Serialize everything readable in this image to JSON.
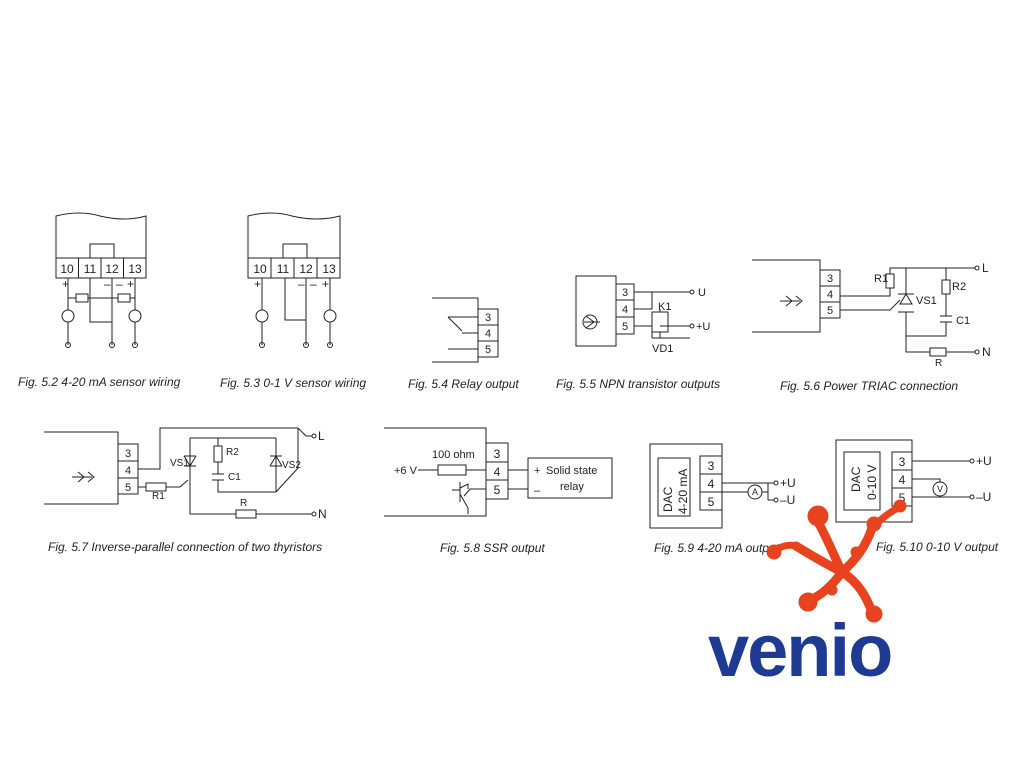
{
  "figures": [
    {
      "caption": "Fig. 5.2   4-20 mA sensor wiring",
      "terminals": [
        "10",
        "11",
        "12",
        "13"
      ],
      "signs": [
        "+",
        "–",
        "–",
        "+"
      ]
    },
    {
      "caption": "Fig. 5.3   0-1 V sensor wiring",
      "terminals": [
        "10",
        "11",
        "12",
        "13"
      ],
      "signs": [
        "+",
        "–",
        "–",
        "+"
      ]
    },
    {
      "caption": "Fig. 5.4   Relay output",
      "terminals": [
        "3",
        "4",
        "5"
      ]
    },
    {
      "caption": "Fig. 5.5   NPN transistor outputs",
      "terminals": [
        "3",
        "4",
        "5"
      ],
      "labels": {
        "k1": "K1",
        "vd1": "VD1",
        "u1": "U",
        "u2": "+U"
      }
    },
    {
      "caption": "Fig. 5.6   Power TRIAC connection",
      "terminals": [
        "3",
        "4",
        "5"
      ],
      "labels": {
        "r1": "R1",
        "r2": "R2",
        "c1": "C1",
        "vs1": "VS1",
        "rl": "R",
        "l": "L",
        "n": "N"
      }
    },
    {
      "caption": "Fig. 5.7   Inverse-parallel connection of two thyristors",
      "terminals": [
        "3",
        "4",
        "5"
      ],
      "labels": {
        "r1": "R1",
        "r2": "R2",
        "c1": "C1",
        "vs1": "VS1",
        "vs2": "VS2",
        "rl": "R",
        "l": "L",
        "n": "N"
      }
    },
    {
      "caption": "Fig. 5.8   SSR output",
      "terminals": [
        "3",
        "4",
        "5"
      ],
      "labels": {
        "v": "+6 V",
        "res": "100 ohm",
        "ssr1": "Solid state",
        "ssr2": "relay",
        "plus": "+",
        "minus": "–"
      }
    },
    {
      "caption": "Fig. 5.9   4-20 mA output",
      "terminals": [
        "3",
        "4",
        "5"
      ],
      "labels": {
        "dac": "DAC",
        "range": "4-20 mA",
        "meter": "A",
        "up": "+U",
        "dn": "–U"
      }
    },
    {
      "caption": "Fig. 5.10   0-10 V output",
      "terminals": [
        "3",
        "4",
        "5"
      ],
      "labels": {
        "dac": "DAC",
        "range": "0-10 V",
        "meter": "V",
        "up": "+U",
        "dn": "–U"
      }
    }
  ],
  "logo": {
    "text": "venio",
    "color_text": "#1f3a93",
    "color_mark": "#e8431f"
  }
}
